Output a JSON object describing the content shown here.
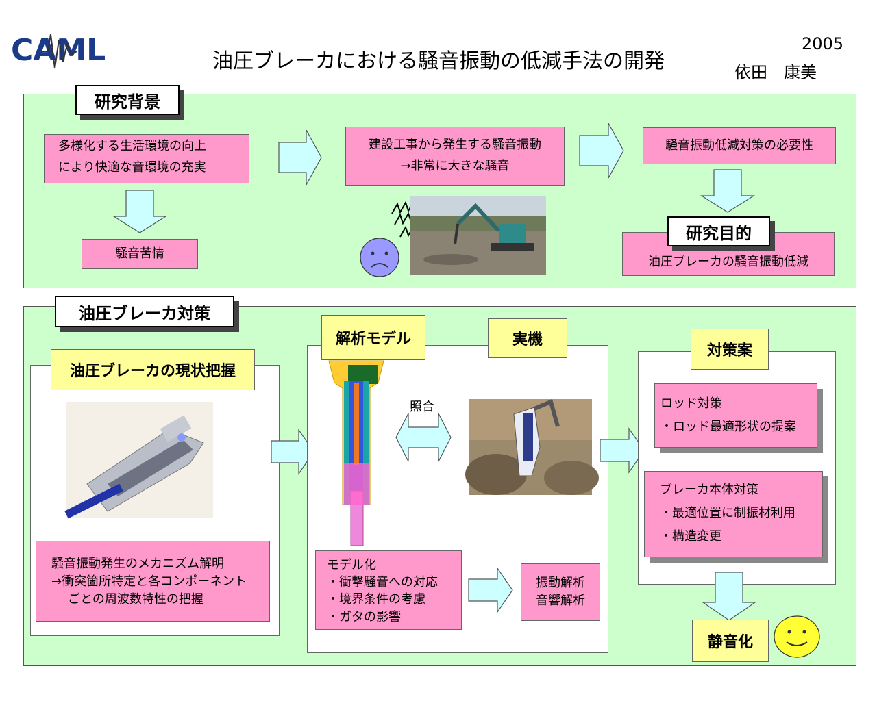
{
  "header": {
    "logo_text": "CAML",
    "title": "油圧ブレーカにおける騒音振動の低減手法の開発",
    "year": "2005",
    "author": "依田　康美"
  },
  "background_section": {
    "tag": "研究背景",
    "box1": [
      "多様化する生活環境の向上",
      "により快適な音環境の充実"
    ],
    "box2": [
      "建設工事から発生する騒音振動",
      "→非常に大きな騒音"
    ],
    "box3": "騒音振動低減対策の必要性",
    "complaint": "騒音苦情",
    "purpose_tag": "研究目的",
    "purpose": "油圧ブレーカの騒音振動低減"
  },
  "measures_section": {
    "tag": "油圧ブレーカ対策",
    "current_tag": "油圧ブレーカの現状把握",
    "mechanism": [
      "騒音振動発生のメカニズム解明",
      "→衝突箇所特定と各コンポーネント",
      "ごとの周波数特性の把握"
    ],
    "model_tag": "解析モデル",
    "real_tag": "実機",
    "compare_label": "照合",
    "modeling": [
      "モデル化",
      "・衝撃騒音への対応",
      "・境界条件の考慮",
      "・ガタの影響"
    ],
    "analysis": [
      "振動解析",
      "音響解析"
    ],
    "plan_tag": "対策案",
    "rod": [
      "ロッド対策",
      "・ロッド最適形状の提案"
    ],
    "body": [
      "ブレーカ本体対策",
      "・最適位置に制振材利用",
      "・構造変更"
    ],
    "result": "静音化"
  },
  "colors": {
    "panel": "#ccffcc",
    "pink": "#ff99cc",
    "yellow": "#ffff99",
    "arrow": "#ccffff"
  }
}
